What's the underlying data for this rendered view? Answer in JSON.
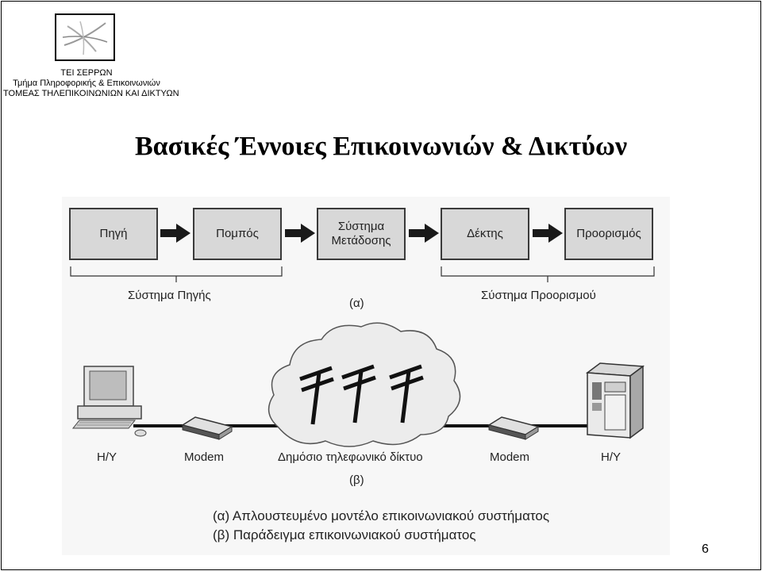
{
  "header": {
    "institution": "ΤΕΙ ΣΕΡΡΩΝ",
    "department": "Τμήμα Πληροφορικής & Επικοινωνιών",
    "sector": "ΤΟΜΕΑΣ ΤΗΛΕΠΙΚΟΙΝΩΝΙΩΝ ΚΑΙ ΔΙΚΤΥΩΝ"
  },
  "title": "Βασικές Έννοιες Επικοινωνιών & Δικτύων",
  "diagram_a": {
    "blocks": [
      {
        "label": "Πηγή"
      },
      {
        "label": "Πομπός"
      },
      {
        "label": "Σύστημα Μετάδοσης"
      },
      {
        "label": "Δέκτης"
      },
      {
        "label": "Προορισμός"
      }
    ],
    "group_source": "Σύστημα Πηγής",
    "group_destination": "Σύστημα Προορισμού",
    "tag": "(α)"
  },
  "diagram_b": {
    "labels": {
      "pc": "Η/Υ",
      "modem_left": "Modem",
      "network": "Δημόσιο τηλεφωνικό δίκτυο",
      "modem_right": "Modem",
      "server": "Η/Υ"
    },
    "tag": "(β)"
  },
  "captions": {
    "a": "(α) Απλουστευμένο μοντέλο επικοινωνιακού συστήματος",
    "b": "(β) Παράδειγμα επικοινωνιακού συστήματος"
  },
  "page_number": "6",
  "colors": {
    "block_fill": "#d8d8d8",
    "arrow": "#1a1a1a",
    "panel": "#f7f7f7"
  }
}
